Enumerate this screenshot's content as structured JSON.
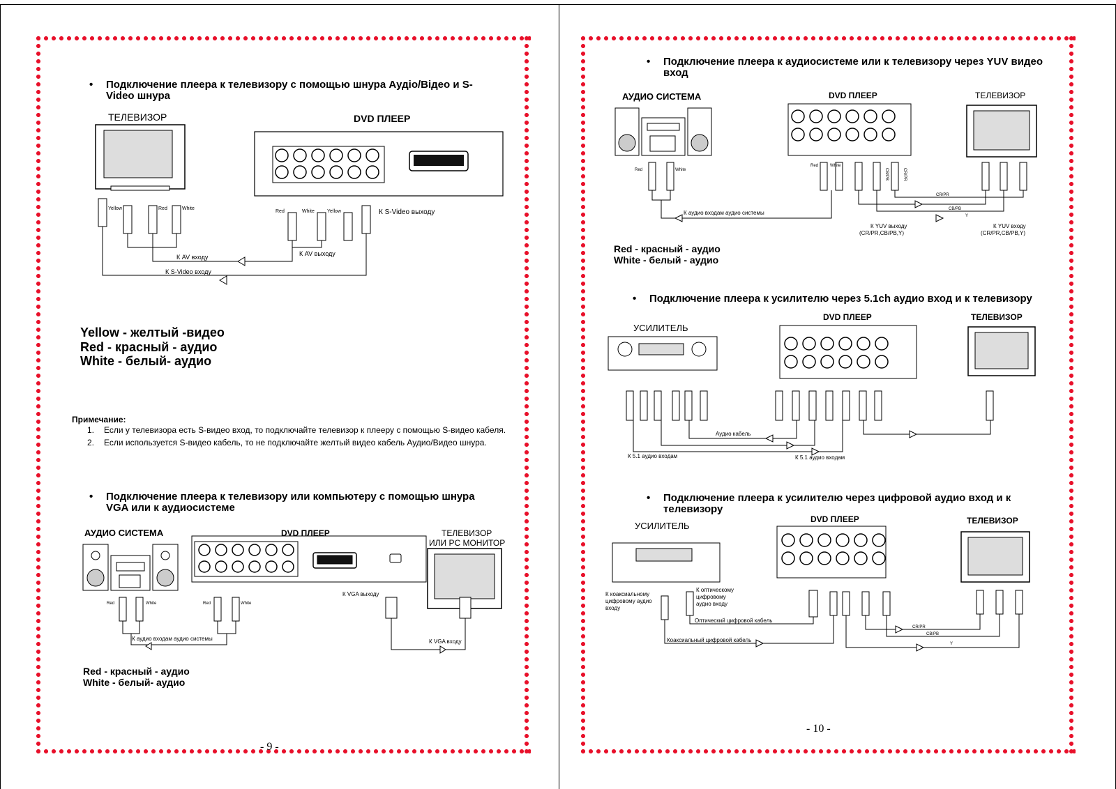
{
  "colors": {
    "border": "#e8102a",
    "ink": "#000000",
    "gray": "#dcdcdc"
  },
  "left": {
    "page_number": "- 9 -",
    "s1": {
      "title": "Подключение плеера к телевизору с помощью шнура Аудіо/Відео и S-Video шнура",
      "tv_label": "ТЕЛЕВИЗОР",
      "dvd_label": "DVD ПЛЕЕР",
      "tv_cables": [
        "Yellow",
        "Red",
        "White"
      ],
      "dvd_cables": [
        "Red",
        "White",
        "Yellow"
      ],
      "svideo_out": "К S-Video выходу",
      "av_in": "К AV входу",
      "av_out": "К AV выходу",
      "svideo_in": "К S-Video входу"
    },
    "legend1": [
      {
        "en": "Yellow",
        "ru": "- желтый  -видео"
      },
      {
        "en": "Red",
        "ru": "-  красный   - аудио"
      },
      {
        "en": "White",
        "ru": "- белый- аудио"
      }
    ],
    "note": {
      "title": "Примечание:",
      "items": [
        {
          "num": "1.",
          "text": "Если у телевизора есть S-видео вход, то подключайте телевизор к плееру с помощью S-видео кабеля."
        },
        {
          "num": "2.",
          "text": "Если используется S-видео кабель, то не подключайте желтый видео кабель Аудио/Видео шнура."
        }
      ]
    },
    "s2": {
      "title": "Подключение плеера к телевизору или компьютеру с помощью шнура VGA или к аудиосистеме",
      "audio_label": "АУДИО СИСТЕМА",
      "dvd_label": "DVD ПЛЕЕР",
      "tv_label1": "ТЕЛЕВИЗОР",
      "tv_label2": "ИЛИ PC МОНИТОР",
      "vga_out": "К VGA выходу",
      "vga_in": "К VGA входу",
      "audio_in": "К аудио входам аудио системы",
      "red": "Red",
      "white": "White"
    },
    "legend2": [
      {
        "en": "Red",
        "ru": "- красный - аудио"
      },
      {
        "en": "White",
        "ru": "- белый- аудио"
      }
    ]
  },
  "right": {
    "page_number": "- 10 -",
    "s1": {
      "title": "Подключение плеера к аудиосистеме или к телевизору через YUV видео вход",
      "audio_label": "АУДИО СИСТЕМА",
      "dvd_label": "DVD ПЛЕЕР",
      "tv_label": "ТЕЛЕВИЗОР",
      "red": "Red",
      "white": "White",
      "audio_in": "К аудио входам аудио системы",
      "yuv_out_1": "К YUV выходу",
      "yuv_out_2": "(CR/PR,CB/PB,Y)",
      "yuv_in_1": "К YUV входу",
      "yuv_in_2": "(CR/PR,CB/PB,Y)",
      "crpr": "CR/PR",
      "cbpb": "CB/PB",
      "y": "Y"
    },
    "legend": [
      {
        "en": "Red",
        "ru": "- красный - аудио"
      },
      {
        "en": "White",
        "ru": "- белый - аудио"
      }
    ],
    "s2": {
      "title": "Подключение плеера к усилителю через 5.1ch аудио вход и к телевизору",
      "amp_label": "УСИЛИТЕЛЬ",
      "dvd_label": "DVD ПЛЕЕР",
      "tv_label": "ТЕЛЕВИЗОР",
      "audio_cable": "Аудио кабель",
      "in51_left": "К 5.1 аудио входам",
      "in51_right": "К 5.1 аудио входам"
    },
    "s3": {
      "title": "Подключение плеера к усилителю через цифровой аудио вход и к телевизору",
      "amp_label": "УСИЛИТЕЛЬ",
      "dvd_label": "DVD ПЛЕЕР",
      "tv_label": "ТЕЛЕВИЗОР",
      "coax_in": [
        "К коаксиальному",
        "цифровому аудио",
        "входу"
      ],
      "opt_in": [
        "К оптическому",
        "цифровому",
        "аудио входу"
      ],
      "opt_cable": "Оптический цифровой кабель",
      "coax_cable": "Коаксиальный цифровой кабель",
      "crpr": "CR/PR",
      "cbpb": "CB/PB",
      "y": "Y"
    }
  }
}
